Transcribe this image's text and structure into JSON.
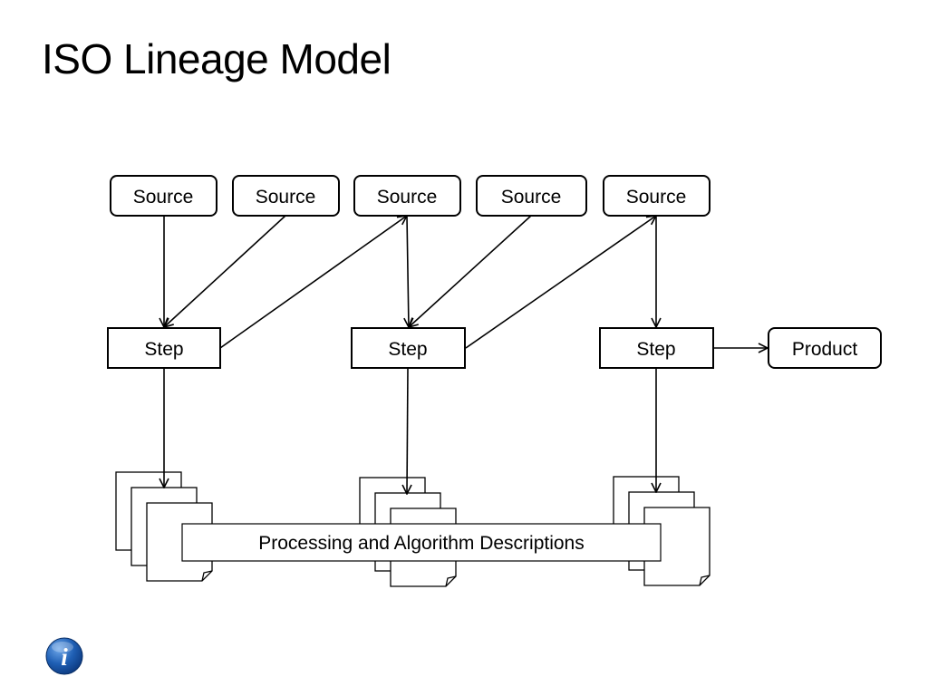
{
  "slide": {
    "title": "ISO Lineage Model"
  },
  "diagram": {
    "sources": [
      "Source",
      "Source",
      "Source",
      "Source",
      "Source"
    ],
    "steps": [
      "Step",
      "Step",
      "Step"
    ],
    "product": "Product",
    "band_label": "Processing and Algorithm Descriptions"
  },
  "info_button": {
    "icon": "info-icon",
    "glyph": "i",
    "color": "#1f5fb4"
  }
}
